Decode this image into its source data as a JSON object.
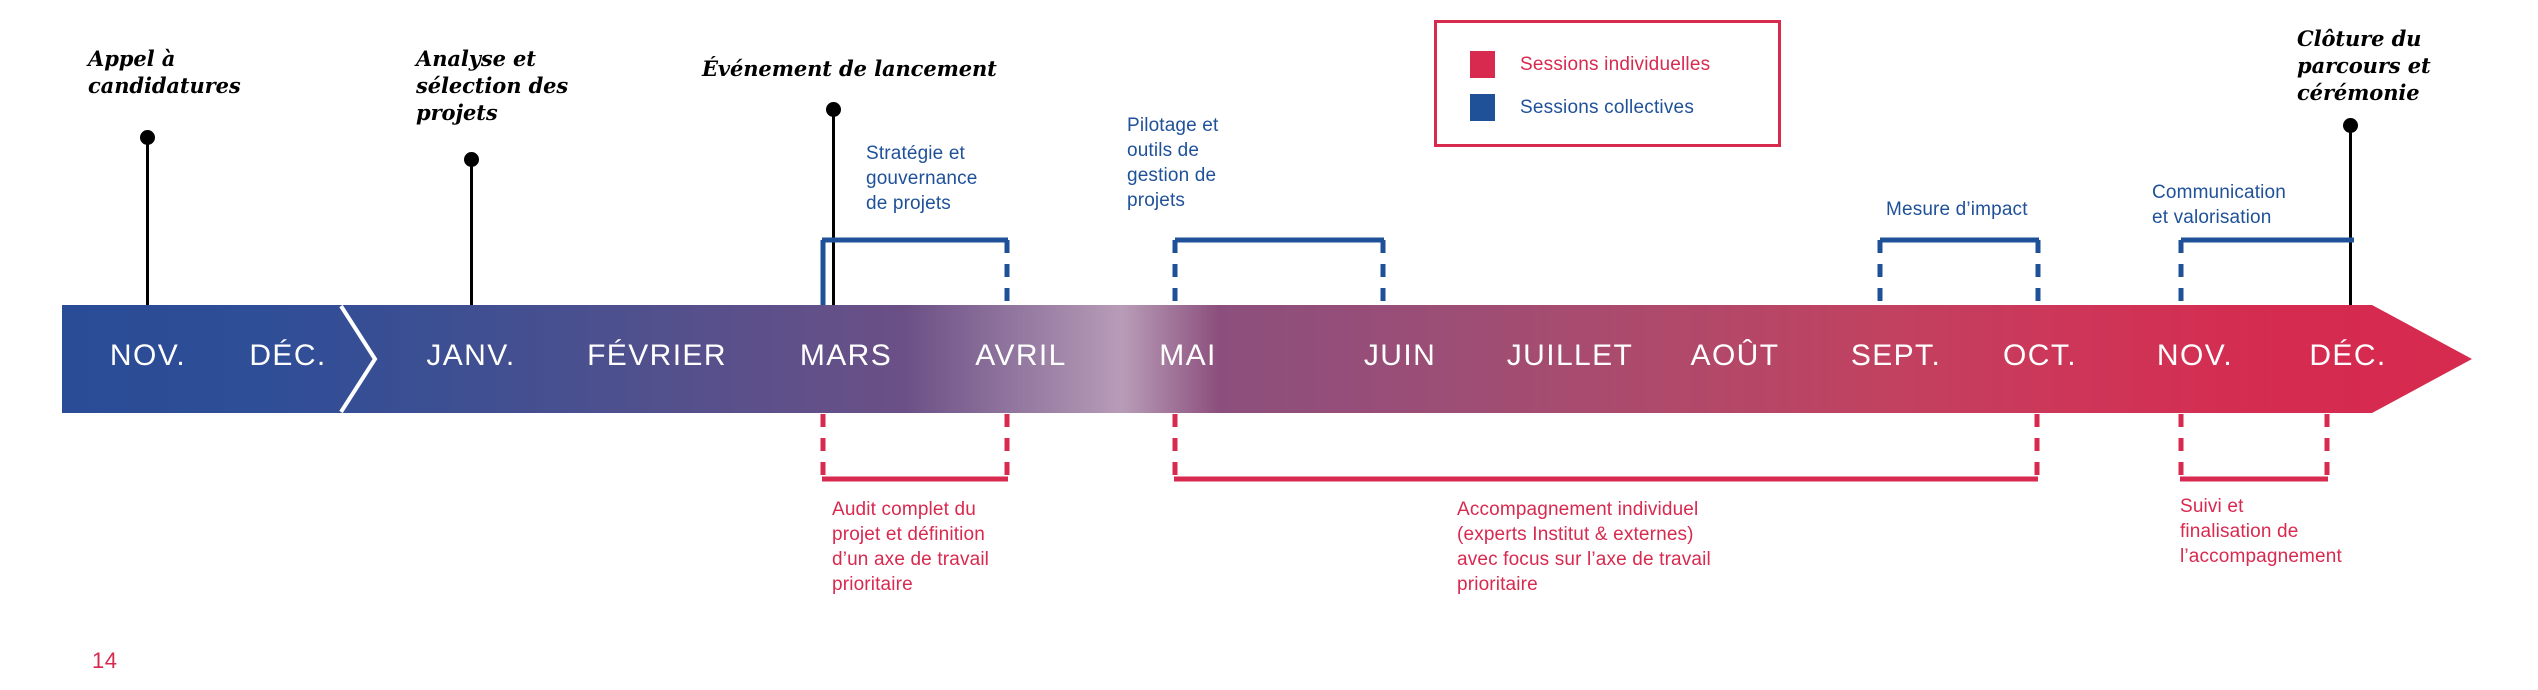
{
  "page": {
    "number": "14",
    "background_color": "#ffffff"
  },
  "colors": {
    "blue": "#1f5199",
    "blue_bar_start": "#2a4b96",
    "pink": "#d8294f",
    "pink_bar_end": "#d62a4f",
    "black": "#000000",
    "white": "#ffffff"
  },
  "legend": {
    "border_color": "#d8294f",
    "items": [
      {
        "label": "Sessions individuelles",
        "color": "#d8294f"
      },
      {
        "label": "Sessions collectives",
        "color": "#1f5199"
      }
    ]
  },
  "timeline": {
    "months": [
      {
        "label": "NOV."
      },
      {
        "label": "DÉC."
      },
      {
        "label": "JANV."
      },
      {
        "label": "FÉVRIER"
      },
      {
        "label": "MARS"
      },
      {
        "label": "AVRIL"
      },
      {
        "label": "MAI"
      },
      {
        "label": "JUIN"
      },
      {
        "label": "JUILLET"
      },
      {
        "label": "AOÛT"
      },
      {
        "label": "SEPT."
      },
      {
        "label": "OCT."
      },
      {
        "label": "NOV."
      },
      {
        "label": "DÉC."
      }
    ]
  },
  "milestones": [
    {
      "label": "Appel à\ncandidatures"
    },
    {
      "label": "Analyse et\nsélection des\nprojets"
    },
    {
      "label": "Événement de lancement"
    },
    {
      "label": "Clôture du\nparcours et\ncérémonie"
    }
  ],
  "collective_sessions": [
    {
      "label": "Stratégie et\ngouvernance\nde projets",
      "color": "#1f5199"
    },
    {
      "label": "Pilotage et\noutils de\ngestion de\nprojets",
      "color": "#1f5199"
    },
    {
      "label": "Mesure d’impact",
      "color": "#1f5199"
    },
    {
      "label": "Communication\net valorisation",
      "color": "#1f5199"
    }
  ],
  "individual_sessions": [
    {
      "label": "Audit complet du\nprojet et définition\nd’un axe de travail\nprioritaire",
      "color": "#d8294f"
    },
    {
      "label": "Accompagnement individuel\n(experts Institut & externes)\navec focus sur l’axe de travail\nprioritaire",
      "color": "#d8294f"
    },
    {
      "label": "Suivi et\nfinalisation de\nl’accompagnement",
      "color": "#d8294f"
    }
  ]
}
